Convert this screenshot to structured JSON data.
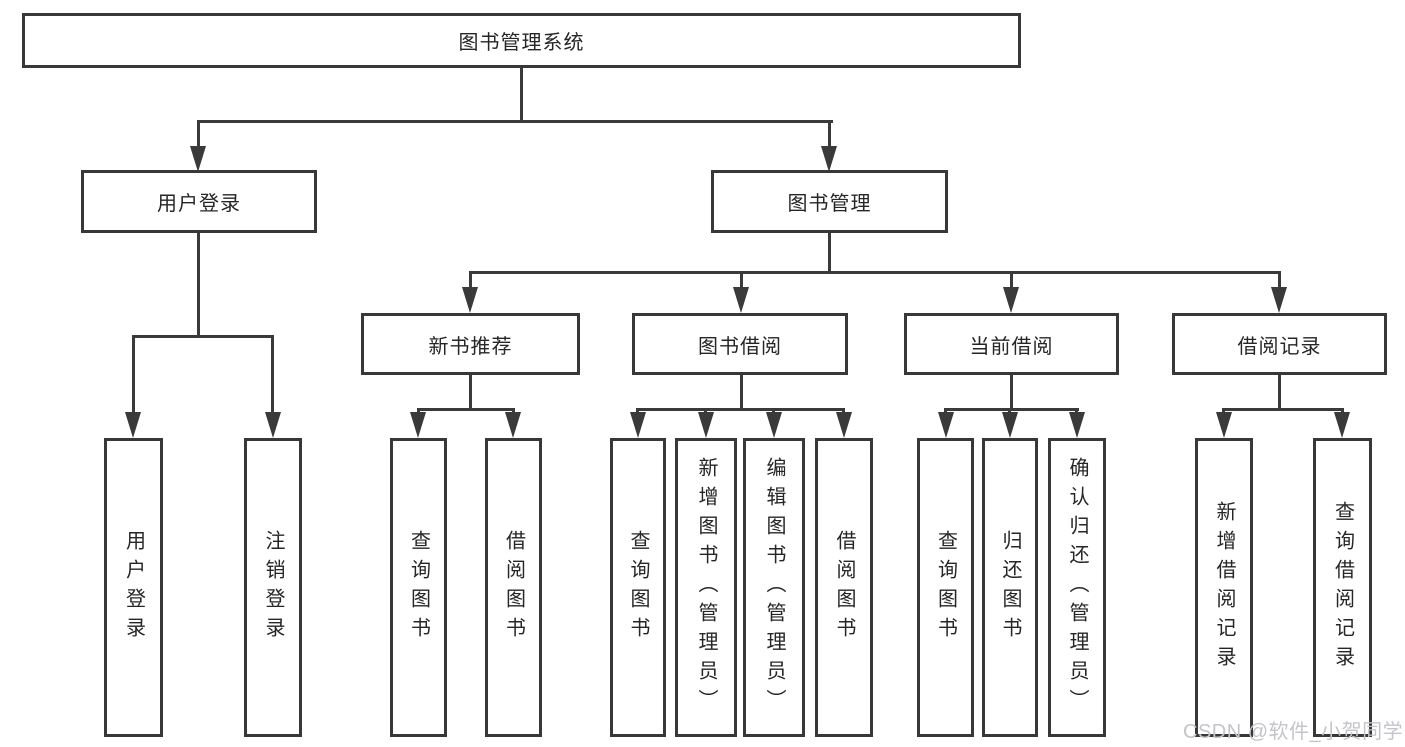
{
  "colors": {
    "background": "#ffffff",
    "line": "#3a3a3a",
    "box_border": "#383838",
    "text": "#262626",
    "watermark": "#c4c4ca"
  },
  "watermark": "CSDN @软件_小贺同学",
  "tree": {
    "root": {
      "label": "图书管理系统",
      "children": [
        {
          "label": "用户登录",
          "children": [
            {
              "label": "用户登录"
            },
            {
              "label": "注销登录"
            }
          ]
        },
        {
          "label": "图书管理",
          "children": [
            {
              "label": "新书推荐",
              "children": [
                {
                  "label": "查询图书"
                },
                {
                  "label": "借阅图书"
                }
              ]
            },
            {
              "label": "图书借阅",
              "children": [
                {
                  "label": "查询图书"
                },
                {
                  "label": "新增图书（管理员）"
                },
                {
                  "label": "编辑图书（管理员）"
                },
                {
                  "label": "借阅图书"
                }
              ]
            },
            {
              "label": "当前借阅",
              "children": [
                {
                  "label": "查询图书"
                },
                {
                  "label": "归还图书"
                },
                {
                  "label": "确认归还（管理员）"
                }
              ]
            },
            {
              "label": "借阅记录",
              "children": [
                {
                  "label": "新增借阅记录"
                },
                {
                  "label": "查询借阅记录"
                }
              ]
            }
          ]
        }
      ]
    }
  }
}
